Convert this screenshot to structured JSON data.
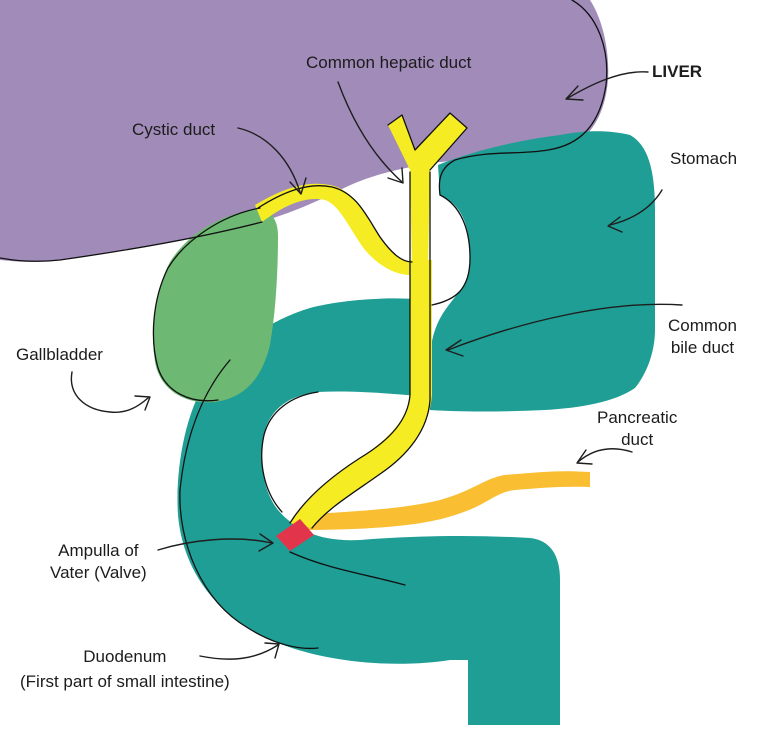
{
  "labels": {
    "liver": "LIVER",
    "common_hepatic_duct": "Common hepatic duct",
    "cystic_duct": "Cystic duct",
    "stomach": "Stomach",
    "gallbladder": "Gallbladder",
    "common_bile_duct_line1": "Common",
    "common_bile_duct_line2": "bile duct",
    "pancreatic_duct_line1": "Pancreatic",
    "pancreatic_duct_line2": "duct",
    "ampulla_line1": "Ampulla of",
    "ampulla_line2": "Vater (Valve)",
    "duodenum_line1": "Duodenum",
    "duodenum_line2": "(First part of small intestine)"
  },
  "colors": {
    "liver": "#a08bb9",
    "stomach_duodenum": "#1e9e94",
    "gallbladder": "#6db873",
    "bile_ducts": "#f6ec23",
    "pancreatic_duct": "#f9be32",
    "ampulla": "#e2354b",
    "outline": "#111111"
  }
}
